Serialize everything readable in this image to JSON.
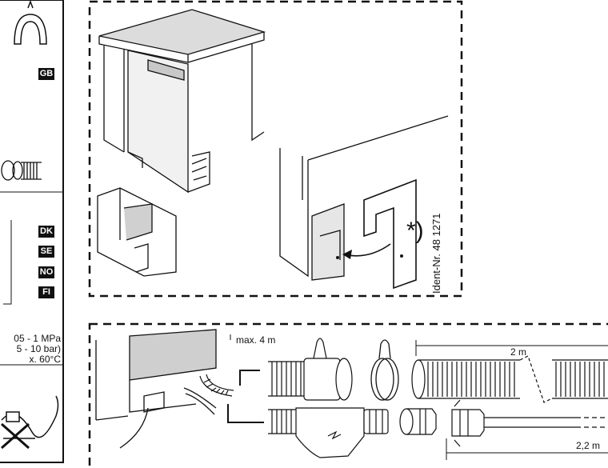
{
  "left_panel": {
    "badge_top": "GB",
    "badges": [
      "DK",
      "SE",
      "NO",
      "FI"
    ],
    "specs": {
      "pressure_mpa": "05 - 1 MPa",
      "pressure_bar": "5 - 10 bar)",
      "max_temp": "x. 60°C"
    }
  },
  "top_figure": {
    "ident_label": "Ident-Nr. 48 1271",
    "footnote_marker": "*)"
  },
  "bottom_figure": {
    "max_length": "max. 4 m",
    "hose_length_top": "2 m",
    "hose_length_bottom": "2,2 m"
  }
}
